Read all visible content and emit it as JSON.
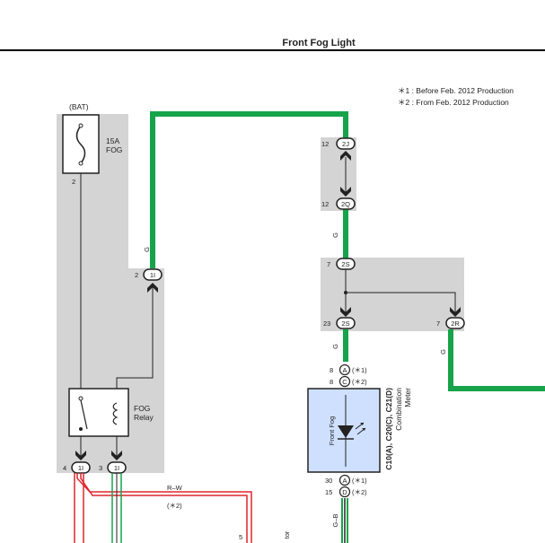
{
  "title": "Front Fog Light",
  "notes": [
    "＊1 : Before Feb.  2012 Production",
    "＊2 : From Feb.  2012 Production"
  ],
  "bat": "(BAT)",
  "fuse": {
    "rating": "15A",
    "name": "FOG",
    "pin": "2"
  },
  "relay": {
    "line1": "FOG",
    "line2": "Relay"
  },
  "wire_colors": {
    "g1": "G",
    "g2": "G",
    "g3": "G",
    "gb": "G–B",
    "rw": "R–W"
  },
  "connectors": {
    "c1i_top": {
      "pin": "2",
      "code": "1I"
    },
    "c2j": {
      "pin": "12",
      "code": "2J"
    },
    "c2q": {
      "pin": "12",
      "code": "2Q"
    },
    "c2s_top": {
      "pin": "7",
      "code": "2S"
    },
    "c2s_bot": {
      "pin": "23",
      "code": "2S"
    },
    "c2r": {
      "pin": "7",
      "code": "2R"
    },
    "c1i_b1": {
      "pin": "4",
      "code": "1I"
    },
    "c1i_b2": {
      "pin": "3",
      "code": "1I"
    },
    "meter_in_a": {
      "pin": "8",
      "code": "A",
      "note": "(＊1)"
    },
    "meter_in_c": {
      "pin": "8",
      "code": "C",
      "note": "(＊2)"
    },
    "meter_out_a": {
      "pin": "30",
      "code": "A",
      "note": "(＊1)"
    },
    "meter_out_d": {
      "pin": "15",
      "code": "D",
      "note": "(＊2)"
    }
  },
  "meter": {
    "indicator": "Front Fog",
    "code": "C10(A), C20(C), C21(D)",
    "line1": "Combination",
    "line2": "Meter"
  },
  "rw_note": "(＊2)",
  "pin5": "5",
  "partial": "tor",
  "colors": {
    "green": "#16a34a",
    "red": "#e0242b",
    "shade": "#d4d4d4",
    "blue": "#cfe0ff"
  }
}
